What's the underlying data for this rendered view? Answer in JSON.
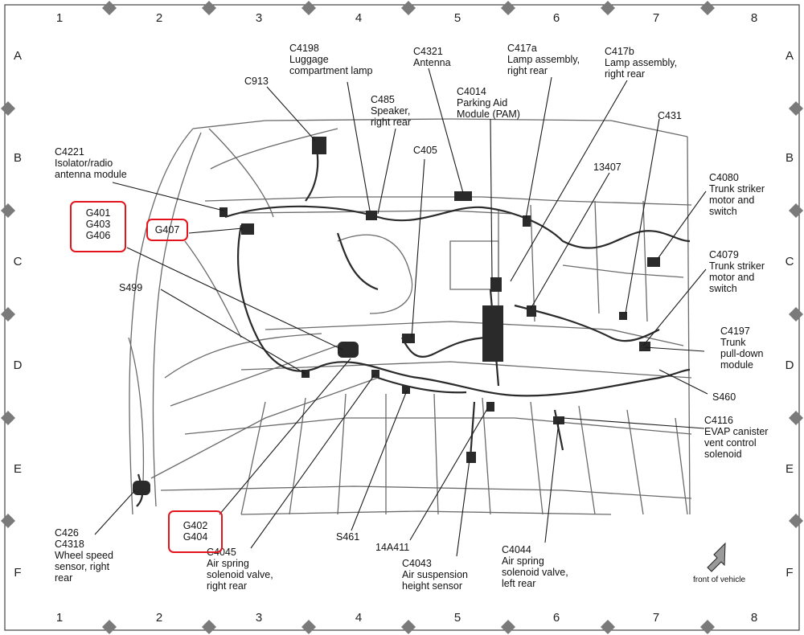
{
  "grid": {
    "columns": [
      "1",
      "2",
      "3",
      "4",
      "5",
      "6",
      "7",
      "8"
    ],
    "rows": [
      "A",
      "B",
      "C",
      "D",
      "E",
      "F"
    ]
  },
  "labels": {
    "c4198": "C4198\nLuggage\ncompartment lamp",
    "c913": "C913",
    "c4321": "C4321\nAntenna",
    "c417a": "C417a\nLamp assembly,\nright rear",
    "c417b": "C417b\nLamp assembly,\nright rear",
    "c4014": "C4014\nParking Aid\nModule (PAM)",
    "c485": "C485\nSpeaker,\nright rear",
    "c431": "C431",
    "c4221": "C4221\nIsolator/radio\nantenna module",
    "c405": "C405",
    "n13407": "13407",
    "c4080": "C4080\nTrunk striker\nmotor and\nswitch",
    "c4079": "C4079\nTrunk striker\nmotor and\nswitch",
    "s499": "S499",
    "c4197": "C4197\nTrunk\npull-down\nmodule",
    "s460": "S460",
    "c4116": "C4116\nEVAP canister\nvent control\nsolenoid",
    "c426": "C426\nC4318\nWheel speed\nsensor, right\nrear",
    "c4045": "C4045\nAir spring\nsolenoid valve,\nright rear",
    "s461": "S461",
    "n14a411": "14A411",
    "c4043": "C4043\nAir suspension\nheight sensor",
    "c4044": "C4044\nAir spring\nsolenoid valve,\nleft rear"
  },
  "grounds": {
    "g401_group": "G401\nG403\nG406",
    "g407": "G407",
    "g402_group": "G402\nG404"
  },
  "front_label": "front of vehicle",
  "colors": {
    "ground_highlight": "#e3141b",
    "line": "#1a1a1a",
    "drawing": "#6a6a6a"
  }
}
